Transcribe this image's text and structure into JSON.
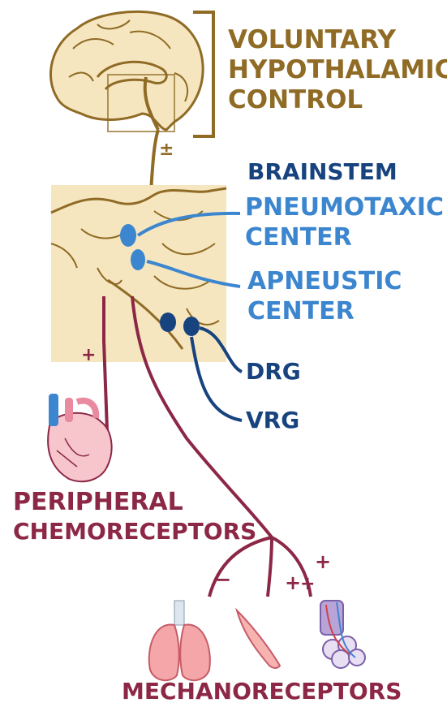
{
  "labels": {
    "voluntary_line1": "VOLUNTARY",
    "voluntary_line2": "HYPOTHALAMIC",
    "voluntary_line3": "CONTROL",
    "brainstem": "BRAINSTEM",
    "pneumotaxic_line1": "PNEUMOTAXIC",
    "pneumotaxic_line2": "CENTER",
    "apneustic_line1": "APNEUSTIC",
    "apneustic_line2": "CENTER",
    "drg": "DRG",
    "vrg": "VRG",
    "peripheral_line1": "PERIPHERAL",
    "peripheral_line2": "CHEMORECEPTORS",
    "mechanoreceptors": "MECHANORECEPTORS"
  },
  "signs": {
    "hypothalamic_influence": "±",
    "peripheral_influence": "+",
    "lung_influence": "−",
    "muscle_influence": "+",
    "alveoli_influence_1": "+",
    "alveoli_influence_2": "+"
  },
  "colors": {
    "brown": "#8f6b25",
    "tan_fill": "#f6e6c0",
    "dark_blue": "#17437e",
    "light_blue": "#3c86cf",
    "wine": "#8c2746"
  }
}
